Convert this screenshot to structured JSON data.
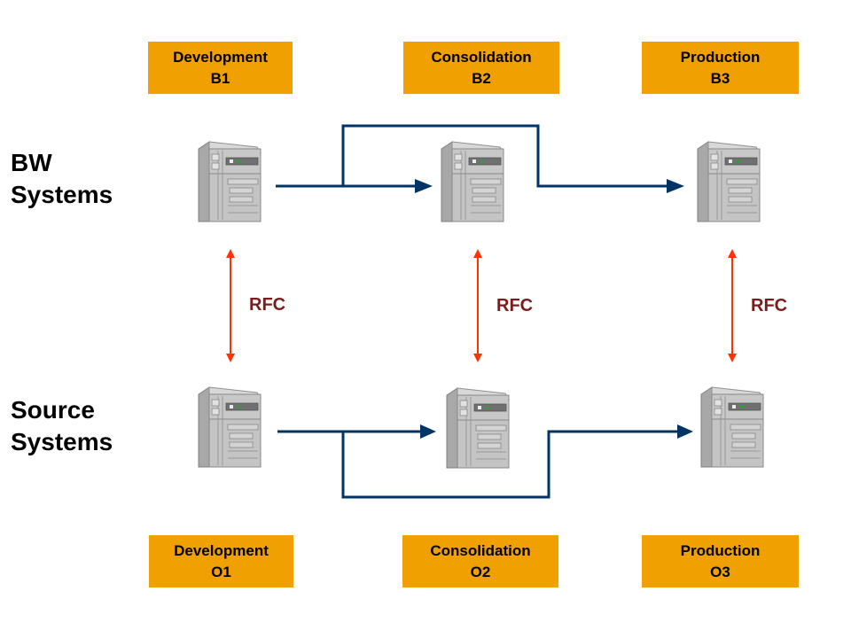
{
  "rows": {
    "bw": {
      "label_line1": "BW",
      "label_line2": "Systems"
    },
    "source": {
      "label_line1": "Source",
      "label_line2": "Systems"
    }
  },
  "bw_boxes": [
    {
      "stage": "Development",
      "id": "B1"
    },
    {
      "stage": "Consolidation",
      "id": "B2"
    },
    {
      "stage": "Production",
      "id": "B3"
    }
  ],
  "source_boxes": [
    {
      "stage": "Development",
      "id": "O1"
    },
    {
      "stage": "Consolidation",
      "id": "O2"
    },
    {
      "stage": "Production",
      "id": "O3"
    }
  ],
  "connections": {
    "rfc_label": "RFC"
  },
  "colors": {
    "box_fill": "#f0a000",
    "transport_arrow": "#003366",
    "rfc_arrow": "#ff3300",
    "rfc_text": "#7b1c1c"
  }
}
